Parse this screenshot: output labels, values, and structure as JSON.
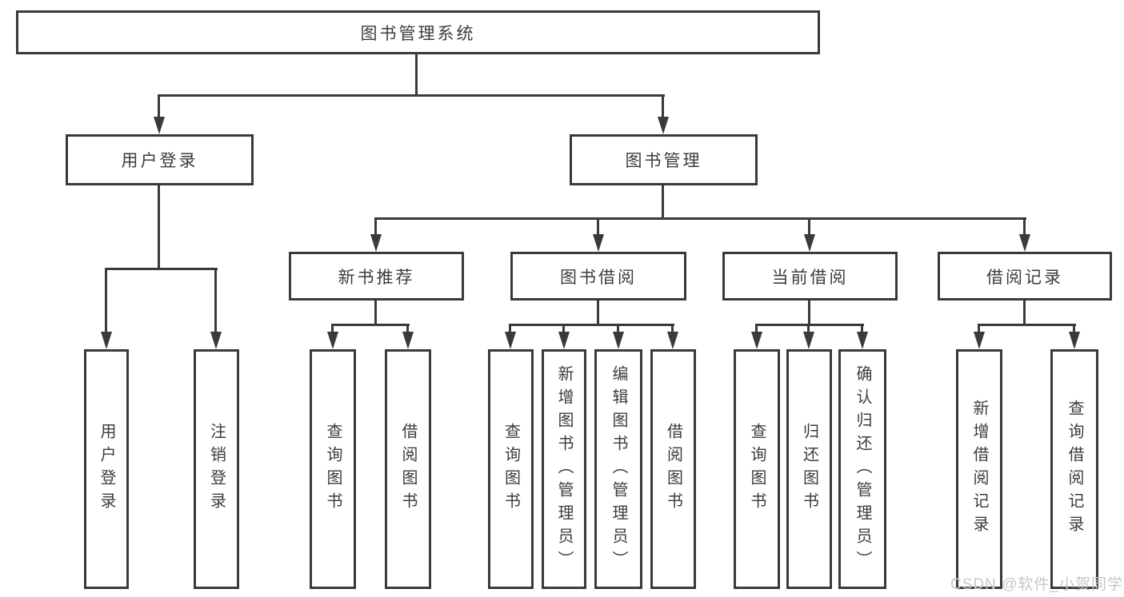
{
  "diagram": {
    "root": {
      "label": "图书管理系统"
    },
    "level2": [
      {
        "label": "用户登录",
        "children": [
          {
            "label": "用户登录"
          },
          {
            "label": "注销登录"
          }
        ]
      },
      {
        "label": "图书管理"
      }
    ],
    "level3": [
      {
        "label": "新书推荐",
        "children": [
          {
            "label": "查询图书"
          },
          {
            "label": "借阅图书"
          }
        ]
      },
      {
        "label": "图书借阅",
        "children": [
          {
            "label": "查询图书"
          },
          {
            "label": "新增图书（管理员）"
          },
          {
            "label": "编辑图书（管理员）"
          },
          {
            "label": "借阅图书"
          }
        ]
      },
      {
        "label": "当前借阅",
        "children": [
          {
            "label": "查询图书"
          },
          {
            "label": "归还图书"
          },
          {
            "label": "确认归还（管理员）"
          }
        ]
      },
      {
        "label": "借阅记录",
        "children": [
          {
            "label": "新增借阅记录"
          },
          {
            "label": "查询借阅记录"
          }
        ]
      }
    ]
  },
  "watermark": {
    "text": "CSDN @软件_小贺同学"
  },
  "colors": {
    "stroke": "#3a3a3a",
    "text": "#3c3c3c",
    "watermark": "#c7c7c7",
    "background": "#ffffff"
  }
}
